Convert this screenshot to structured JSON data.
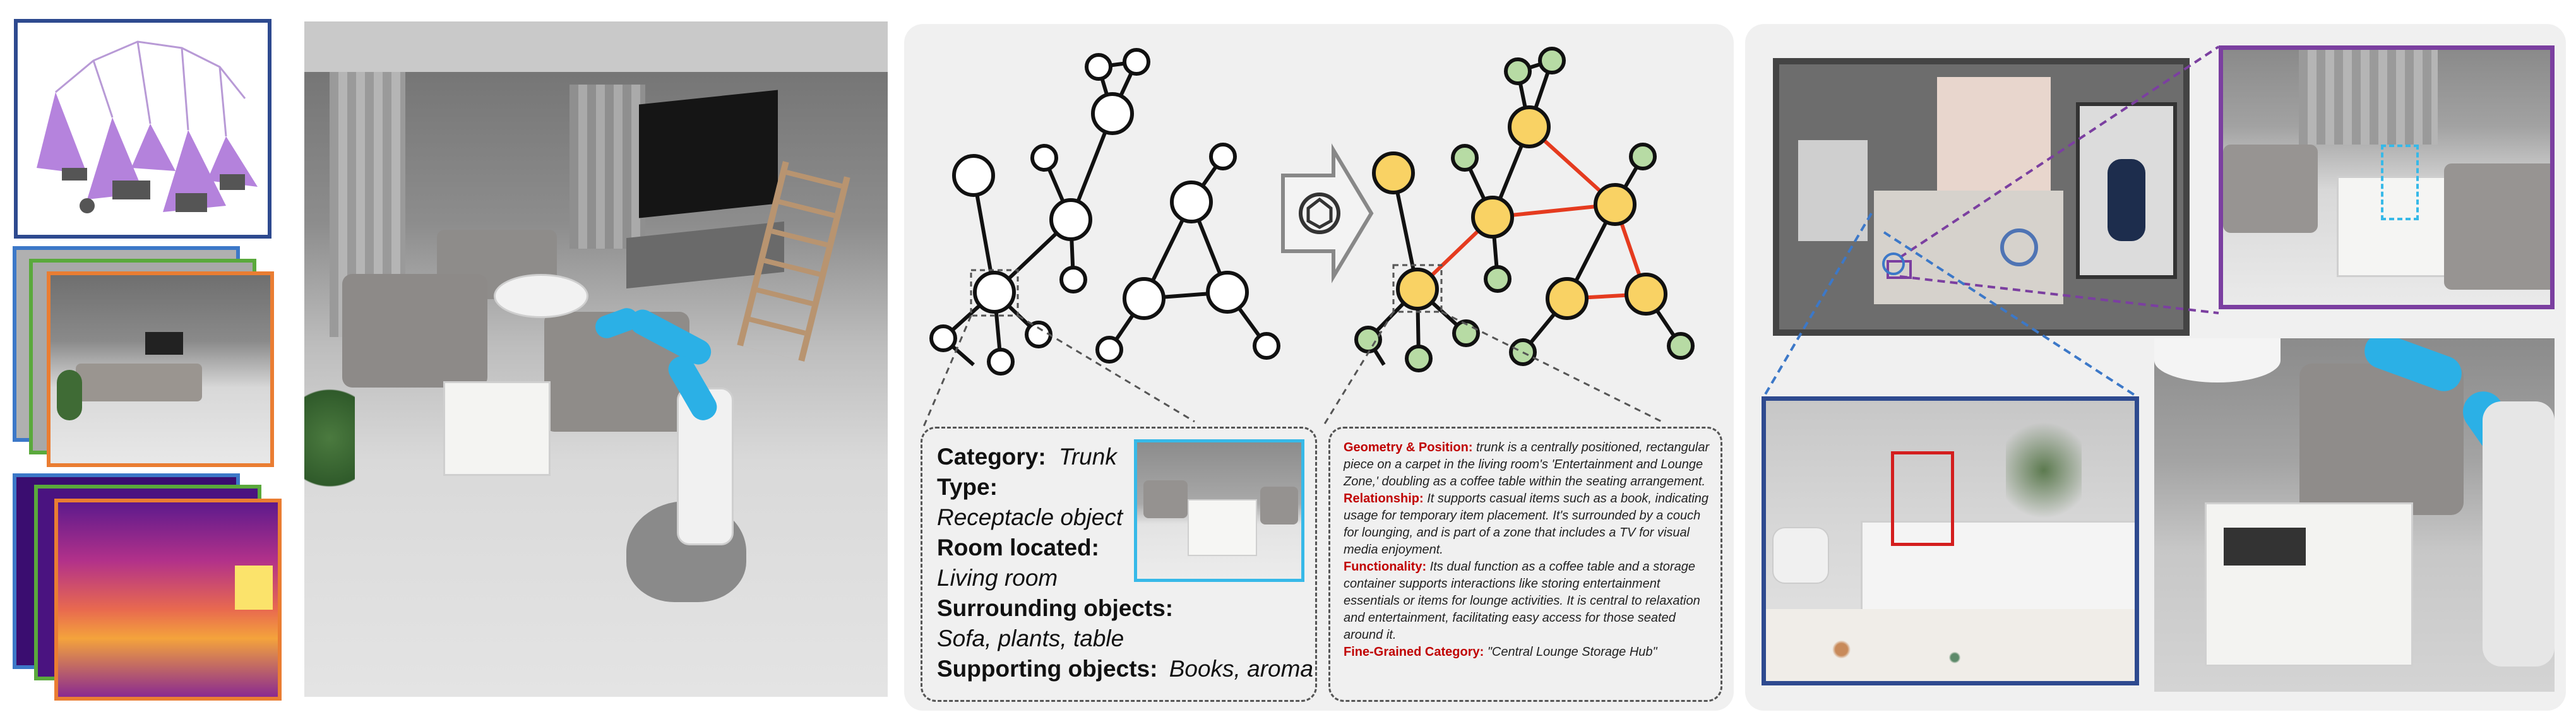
{
  "colors": {
    "panel_bg": "#f0f0f0",
    "node_plain": "#ffffff",
    "node_highlight": "#f9d264",
    "node_leaf": "#b7dba4",
    "edge_relation": "#e53b1f",
    "edge_normal": "#111111",
    "frame_navy": "#2e4a8f",
    "frame_green": "#5aa93c",
    "frame_orange": "#ea7d32",
    "frame_purple": "#7b3fa0",
    "frame_cyan": "#37b9e8",
    "frame_blue": "#3c78c8",
    "highlight_red": "#d41e1e"
  },
  "icons": {
    "llm": "openai-logo-icon",
    "arrow": "right-arrow-icon"
  },
  "object_card": {
    "category_label": "Category:",
    "category_value": "Trunk",
    "type_label": "Type:",
    "type_value": "Receptacle object",
    "room_label": "Room located:",
    "room_value": "Living room",
    "surrounding_label": "Surrounding objects:",
    "surrounding_value": "Sofa, plants, table",
    "supporting_label": "Supporting objects:",
    "supporting_value": "Books, aroma"
  },
  "description_card": {
    "geometry_label": "Geometry & Position:",
    "geometry_text": " trunk is a centrally positioned, rectangular piece on a carpet in the living room's 'Entertainment and Lounge Zone,' doubling as a coffee table within the seating arrangement.",
    "relationship_label": "Relationship:",
    "relationship_text": " It supports casual items such as a book, indicating usage for temporary item placement. It's surrounded by a couch for lounging, and is part of a zone that includes a TV for visual media enjoyment.",
    "functionality_label": "Functionality:",
    "functionality_text": " Its dual function as a coffee table and a storage container supports interactions like storing entertainment essentials or items for lounge activities. It is central to relaxation and entertainment, facilitating easy access for those seated around it.",
    "finegrained_label": "Fine-Grained Category:",
    "finegrained_text": " \"Central Lounge Storage Hub\""
  }
}
